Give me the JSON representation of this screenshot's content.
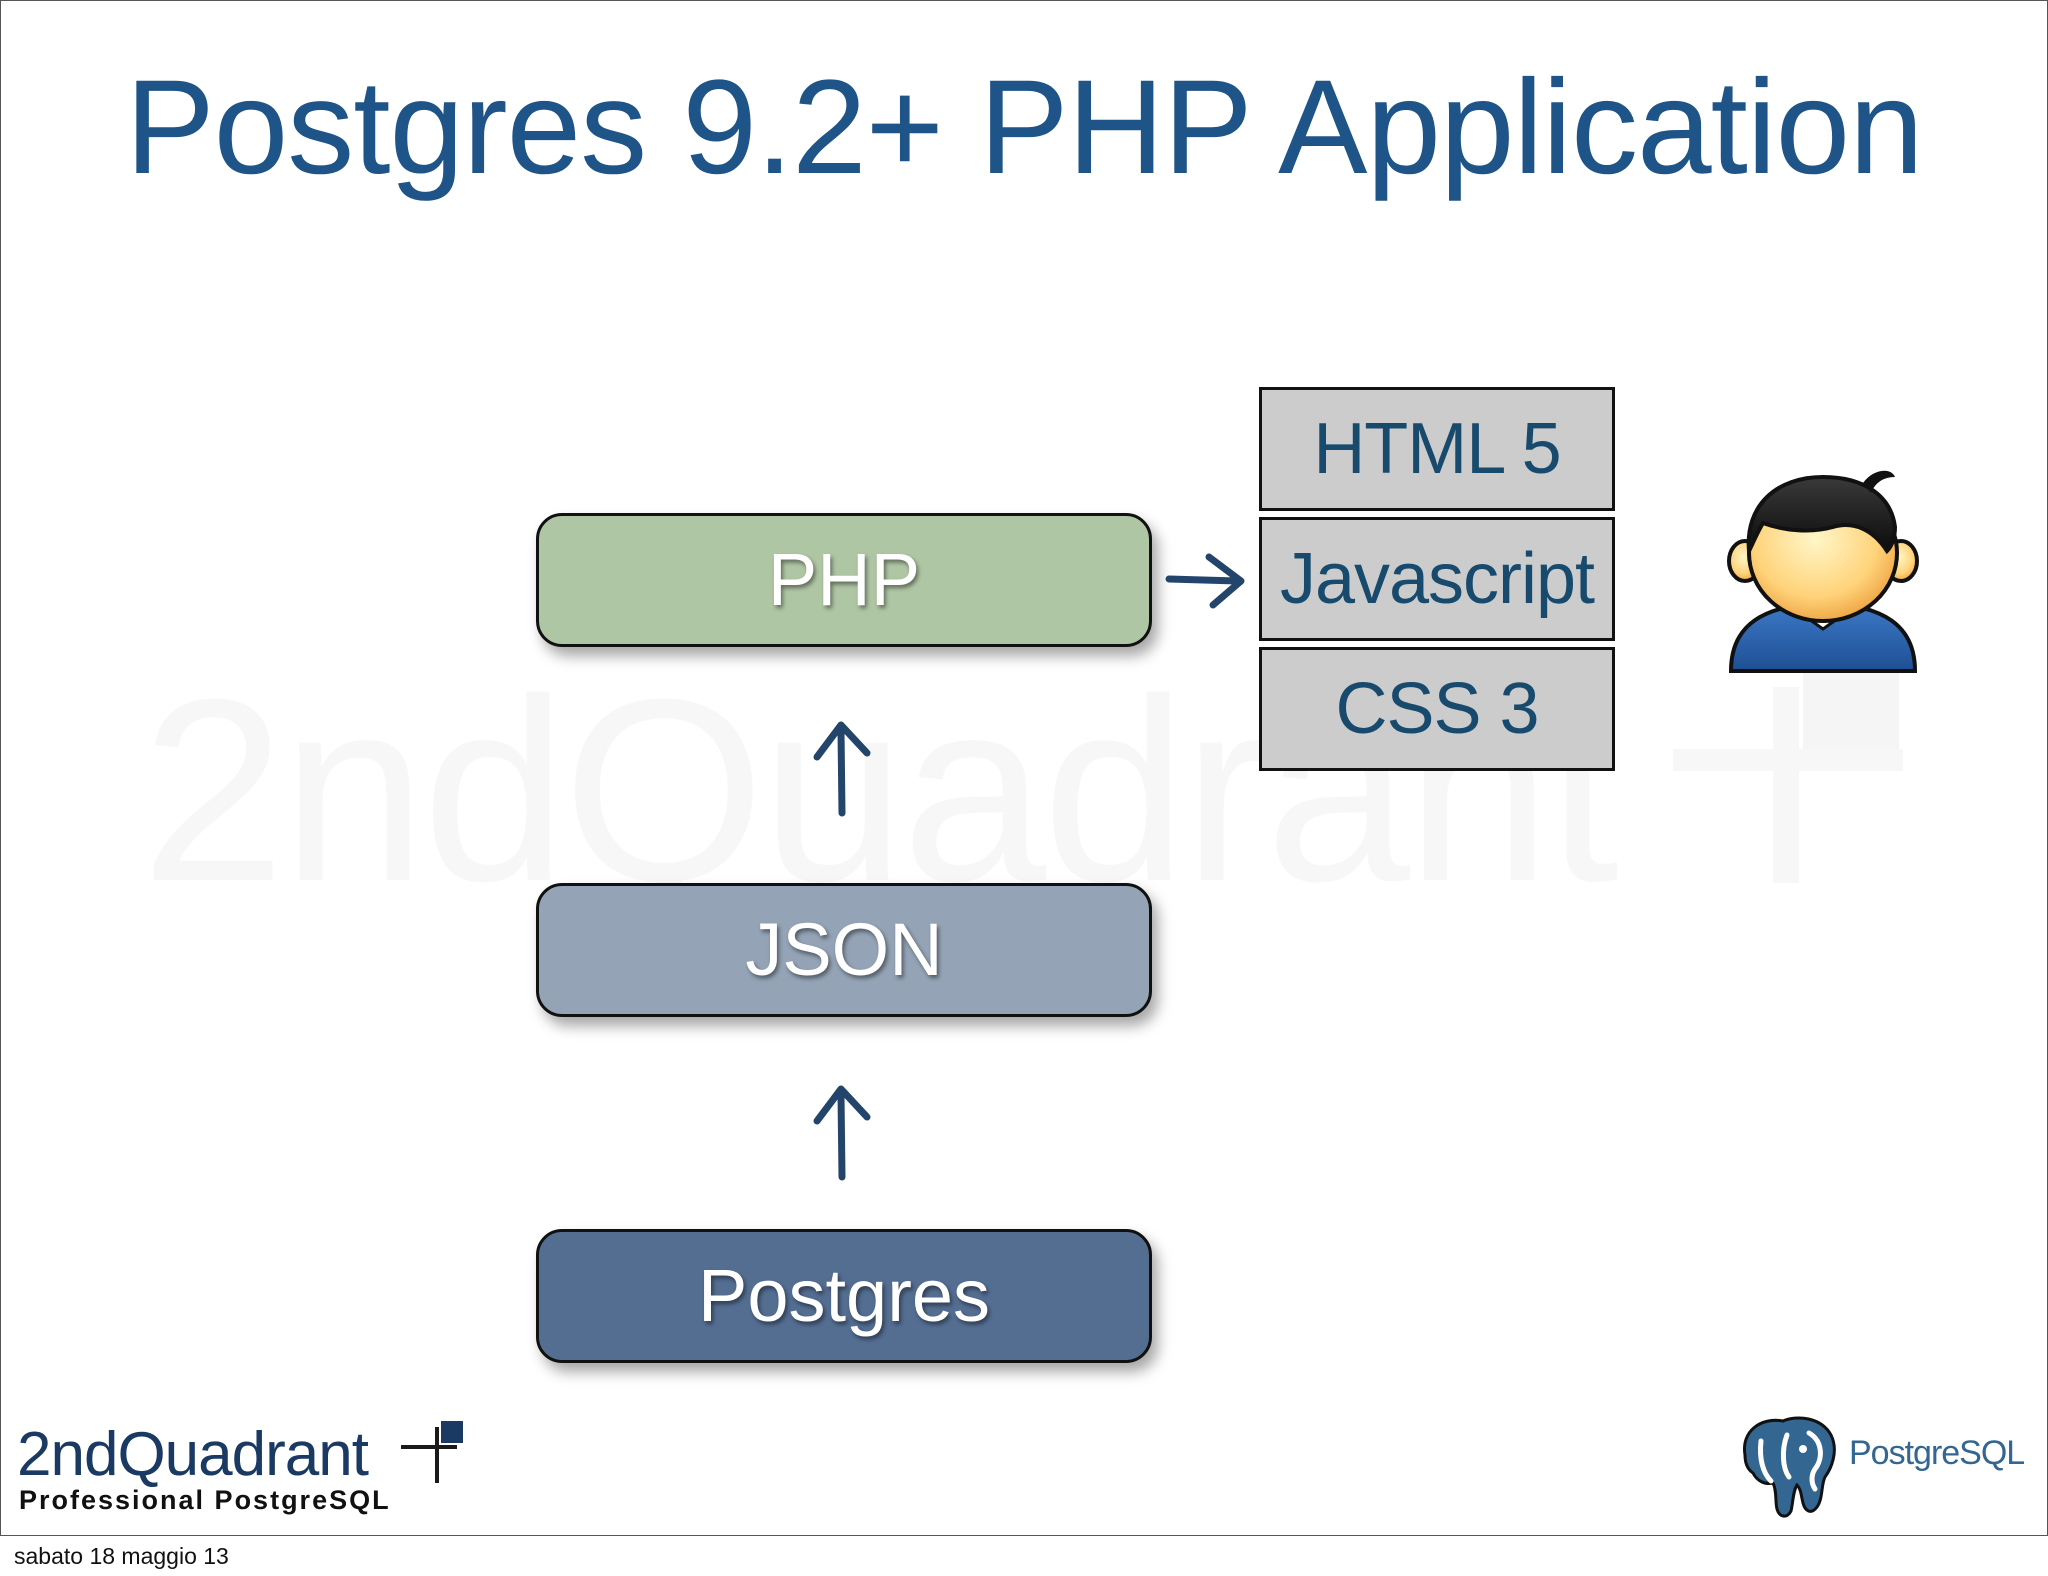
{
  "slide": {
    "title": "Postgres 9.2+ PHP Application",
    "watermark_text": "2ndQuadrant"
  },
  "layers": {
    "php": "PHP",
    "json": "JSON",
    "postgres": "Postgres"
  },
  "frontend_stack": {
    "html": "HTML 5",
    "javascript": "Javascript",
    "css": "CSS 3"
  },
  "icons": {
    "user": "user-icon",
    "arrow_up": "arrow-up-icon",
    "arrow_right": "arrow-right-icon"
  },
  "logos": {
    "company_name": "2ndQuadrant",
    "company_tagline": "Professional PostgreSQL",
    "postgres_logo_text": "PostgreSQL"
  },
  "footer": {
    "date": "sabato 18 maggio 13"
  },
  "colors": {
    "title": "#1e5487",
    "php_box": "#afc6a4",
    "json_box": "#94a4b6",
    "postgres_box": "#546e92",
    "stack_box": "#cccccc",
    "stack_text": "#174a6d",
    "arrow": "#24456b"
  }
}
